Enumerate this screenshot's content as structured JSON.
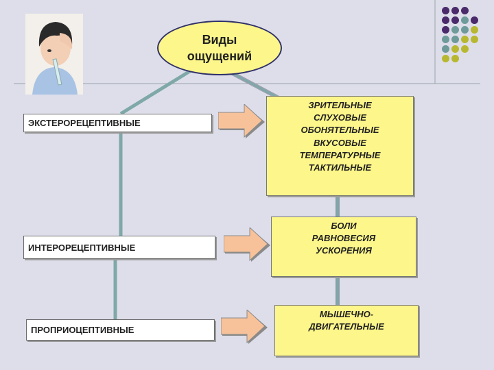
{
  "title": "Виды\nощущений",
  "categories": [
    {
      "label": "ЭКСТЕРОРЕЦЕПТИВНЫЕ",
      "items": "ЗРИТЕЛЬНЫЕ\nСЛУХОВЫЕ\nОБОНЯТЕЛЬНЫЕ\nВКУСОВЫЕ\nТЕМПЕРАТУРНЫЕ\nТАКТИЛЬНЫЕ"
    },
    {
      "label": "ИНТЕРОРЕЦЕПТИВНЫЕ",
      "items": "БОЛИ\nРАВНОВЕСИЯ\nУСКОРЕНИЯ"
    },
    {
      "label": "ПРОПРИОЦЕПТИВНЫЕ",
      "items": "МЫШЕЧНО-\nДВИГАТЕЛЬНЫЕ"
    }
  ],
  "colors": {
    "purple": "#4a2a6a",
    "teal": "#6e9a9a",
    "olive": "#b8b830",
    "yellow": "#fdf68a"
  }
}
